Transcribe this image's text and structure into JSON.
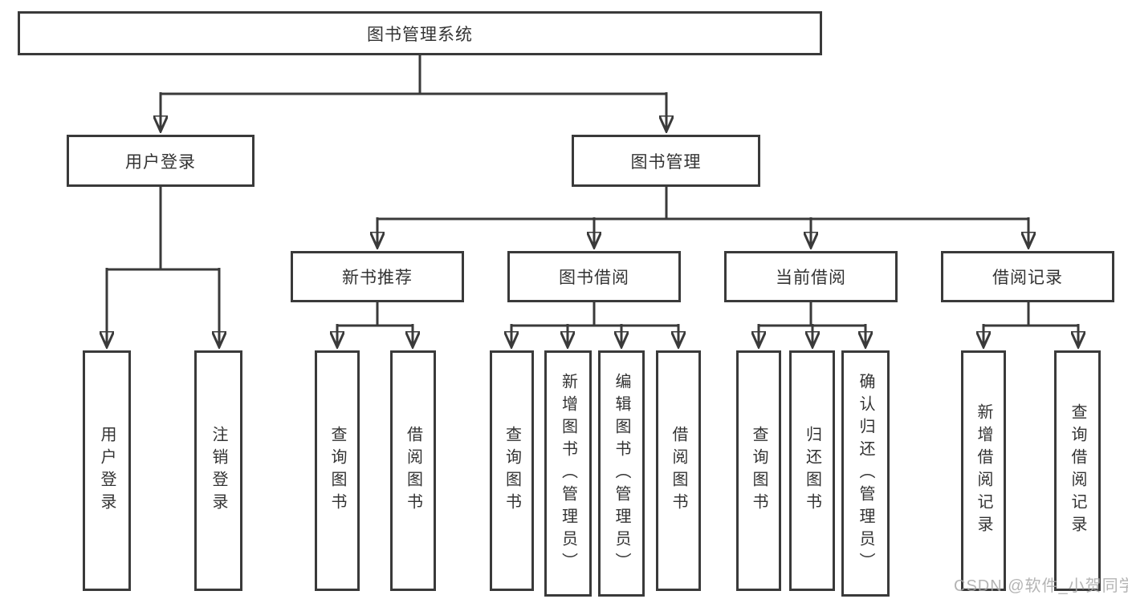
{
  "diagram": {
    "title": "图书管理系统",
    "branches": [
      {
        "label": "用户登录",
        "children": [
          {
            "label": "用户登录"
          },
          {
            "label": "注销登录"
          }
        ]
      },
      {
        "label": "图书管理",
        "children": [
          {
            "label": "新书推荐",
            "children": [
              {
                "label": "查询图书"
              },
              {
                "label": "借阅图书"
              }
            ]
          },
          {
            "label": "图书借阅",
            "children": [
              {
                "label": "查询图书"
              },
              {
                "label": "新增图书（管理员）"
              },
              {
                "label": "编辑图书（管理员）"
              },
              {
                "label": "借阅图书"
              }
            ]
          },
          {
            "label": "当前借阅",
            "children": [
              {
                "label": "查询图书"
              },
              {
                "label": "归还图书"
              },
              {
                "label": "确认归还（管理员）"
              }
            ]
          },
          {
            "label": "借阅记录",
            "children": [
              {
                "label": "新增借阅记录"
              },
              {
                "label": "查询借阅记录"
              }
            ]
          }
        ]
      }
    ]
  },
  "watermark": {
    "text": "CSDN @软件_小贺同学"
  },
  "colors": {
    "line": "#3a3a3a",
    "text": "#333333",
    "watermark": "#a8a8a8",
    "background": "#ffffff"
  }
}
